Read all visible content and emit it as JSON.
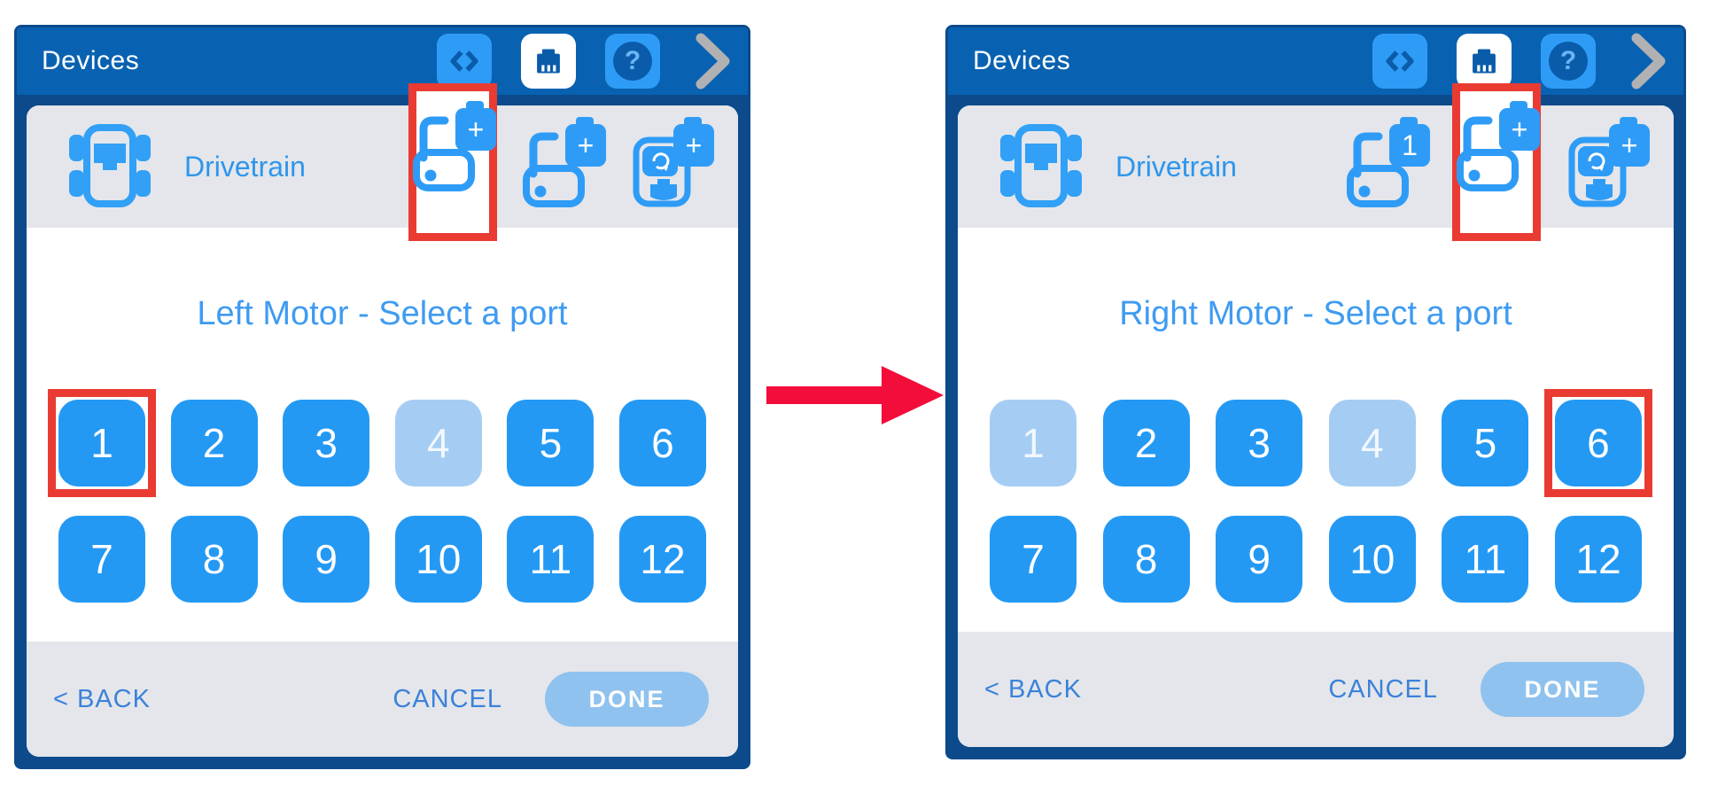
{
  "colors": {
    "header_blue": "#0962b1",
    "panel_border_navy": "#0c4a8b",
    "accent_blue": "#2499f4",
    "icon_blue": "#2e9cf6",
    "disabled_port_blue": "#a5cdf4",
    "row_gray": "#e4e6eb",
    "link_blue": "#3b82d9",
    "done_disabled_blue": "#8fc2ef",
    "annotation_red": "#e93b32",
    "arrow_red": "#f20d3b",
    "chevron_gray": "#b1b1b3"
  },
  "panels": [
    {
      "header": {
        "title": "Devices"
      },
      "drivetrain_label": "Drivetrain",
      "slots": [
        {
          "type": "left-motor",
          "badge": "+",
          "highlighted": true
        },
        {
          "type": "right-motor",
          "badge": "+",
          "highlighted": false
        },
        {
          "type": "gyro",
          "badge": "+",
          "highlighted": false
        }
      ],
      "prompt": "Left Motor - Select a port",
      "ports": [
        {
          "label": "1",
          "disabled": false,
          "annotated": true
        },
        {
          "label": "2",
          "disabled": false,
          "annotated": false
        },
        {
          "label": "3",
          "disabled": false,
          "annotated": false
        },
        {
          "label": "4",
          "disabled": true,
          "annotated": false
        },
        {
          "label": "5",
          "disabled": false,
          "annotated": false
        },
        {
          "label": "6",
          "disabled": false,
          "annotated": false
        },
        {
          "label": "7",
          "disabled": false,
          "annotated": false
        },
        {
          "label": "8",
          "disabled": false,
          "annotated": false
        },
        {
          "label": "9",
          "disabled": false,
          "annotated": false
        },
        {
          "label": "10",
          "disabled": false,
          "annotated": false
        },
        {
          "label": "11",
          "disabled": false,
          "annotated": false
        },
        {
          "label": "12",
          "disabled": false,
          "annotated": false
        }
      ],
      "footer": {
        "back": "< BACK",
        "cancel": "CANCEL",
        "done": "DONE"
      }
    },
    {
      "header": {
        "title": "Devices"
      },
      "drivetrain_label": "Drivetrain",
      "slots": [
        {
          "type": "left-motor",
          "badge": "1",
          "highlighted": false
        },
        {
          "type": "right-motor",
          "badge": "+",
          "highlighted": true
        },
        {
          "type": "gyro",
          "badge": "+",
          "highlighted": false
        }
      ],
      "prompt": "Right Motor - Select a port",
      "ports": [
        {
          "label": "1",
          "disabled": true,
          "annotated": false
        },
        {
          "label": "2",
          "disabled": false,
          "annotated": false
        },
        {
          "label": "3",
          "disabled": false,
          "annotated": false
        },
        {
          "label": "4",
          "disabled": true,
          "annotated": false
        },
        {
          "label": "5",
          "disabled": false,
          "annotated": false
        },
        {
          "label": "6",
          "disabled": false,
          "annotated": true
        },
        {
          "label": "7",
          "disabled": false,
          "annotated": false
        },
        {
          "label": "8",
          "disabled": false,
          "annotated": false
        },
        {
          "label": "9",
          "disabled": false,
          "annotated": false
        },
        {
          "label": "10",
          "disabled": false,
          "annotated": false
        },
        {
          "label": "11",
          "disabled": false,
          "annotated": false
        },
        {
          "label": "12",
          "disabled": false,
          "annotated": false
        }
      ],
      "footer": {
        "back": "< BACK",
        "cancel": "CANCEL",
        "done": "DONE"
      }
    }
  ]
}
